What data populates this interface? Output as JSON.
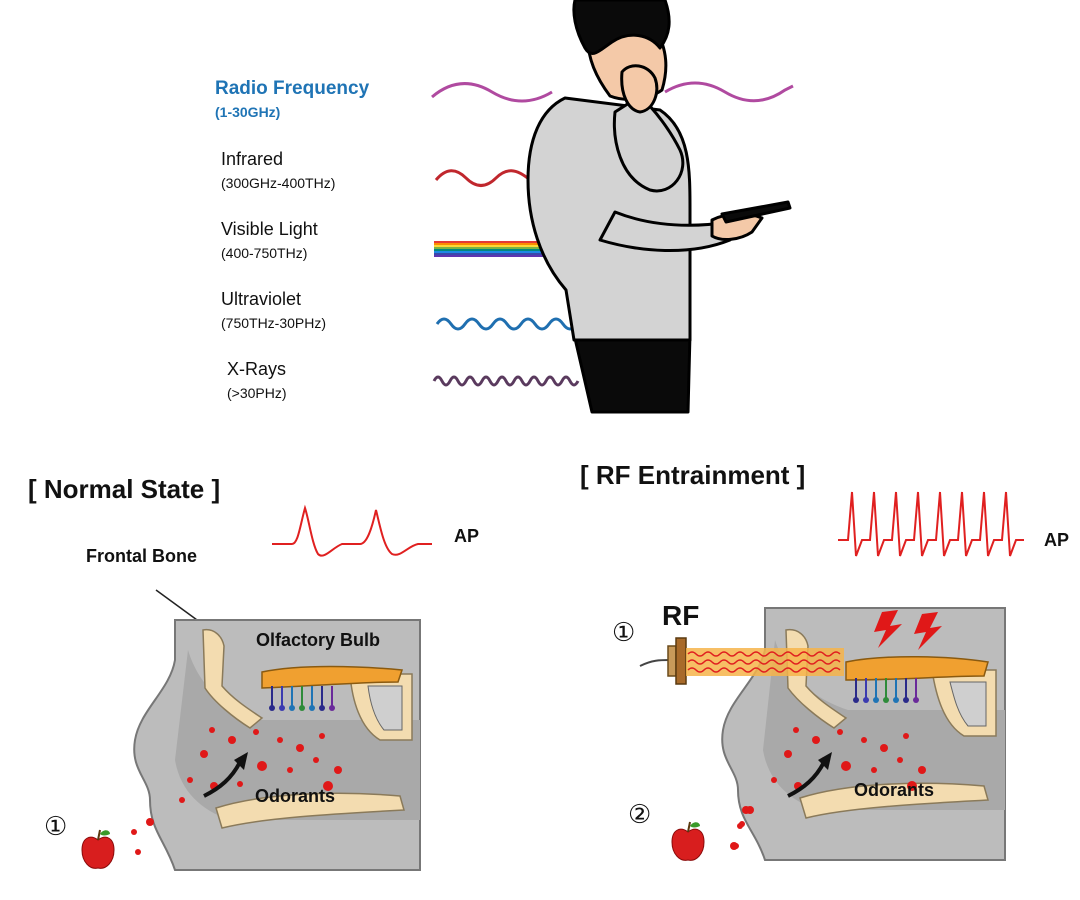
{
  "spectrum": {
    "bands": [
      {
        "name": "Radio Frequency",
        "range": "(1-30GHz)",
        "color": "#b04aa0",
        "highlight": true
      },
      {
        "name": "Infrared",
        "range": "(300GHz-400THz)",
        "color": "#c0272d",
        "highlight": false
      },
      {
        "name": "Visible Light",
        "range": "(400-750THz)",
        "color": "rainbow",
        "highlight": false
      },
      {
        "name": "Ultraviolet",
        "range": "(750THz-30PHz)",
        "color": "#1f6fb0",
        "highlight": false
      },
      {
        "name": "X-Rays",
        "range": "(>30PHz)",
        "color": "#5a3a5e",
        "highlight": false
      }
    ]
  },
  "normal_panel": {
    "title": "[ Normal State ]",
    "ap_label": "AP",
    "frontal_bone_label": "Frontal Bone",
    "olfactory_bulb_label": "Olfactory Bulb",
    "odorants_label": "Odorants",
    "step_label": "①"
  },
  "rf_panel": {
    "title": "[ RF Entrainment ]",
    "ap_label": "AP",
    "rf_label": "RF",
    "odorants_label": "Odorants",
    "step1_label": "①",
    "step2_label": "②"
  },
  "colors": {
    "ap_trace": "#e02020",
    "bulb": "#f0a030",
    "bone": "#f3dcb0",
    "odorant_dots": "#e01818",
    "rf_beam": "#f4a020",
    "highlight_text": "#1f74b5"
  }
}
